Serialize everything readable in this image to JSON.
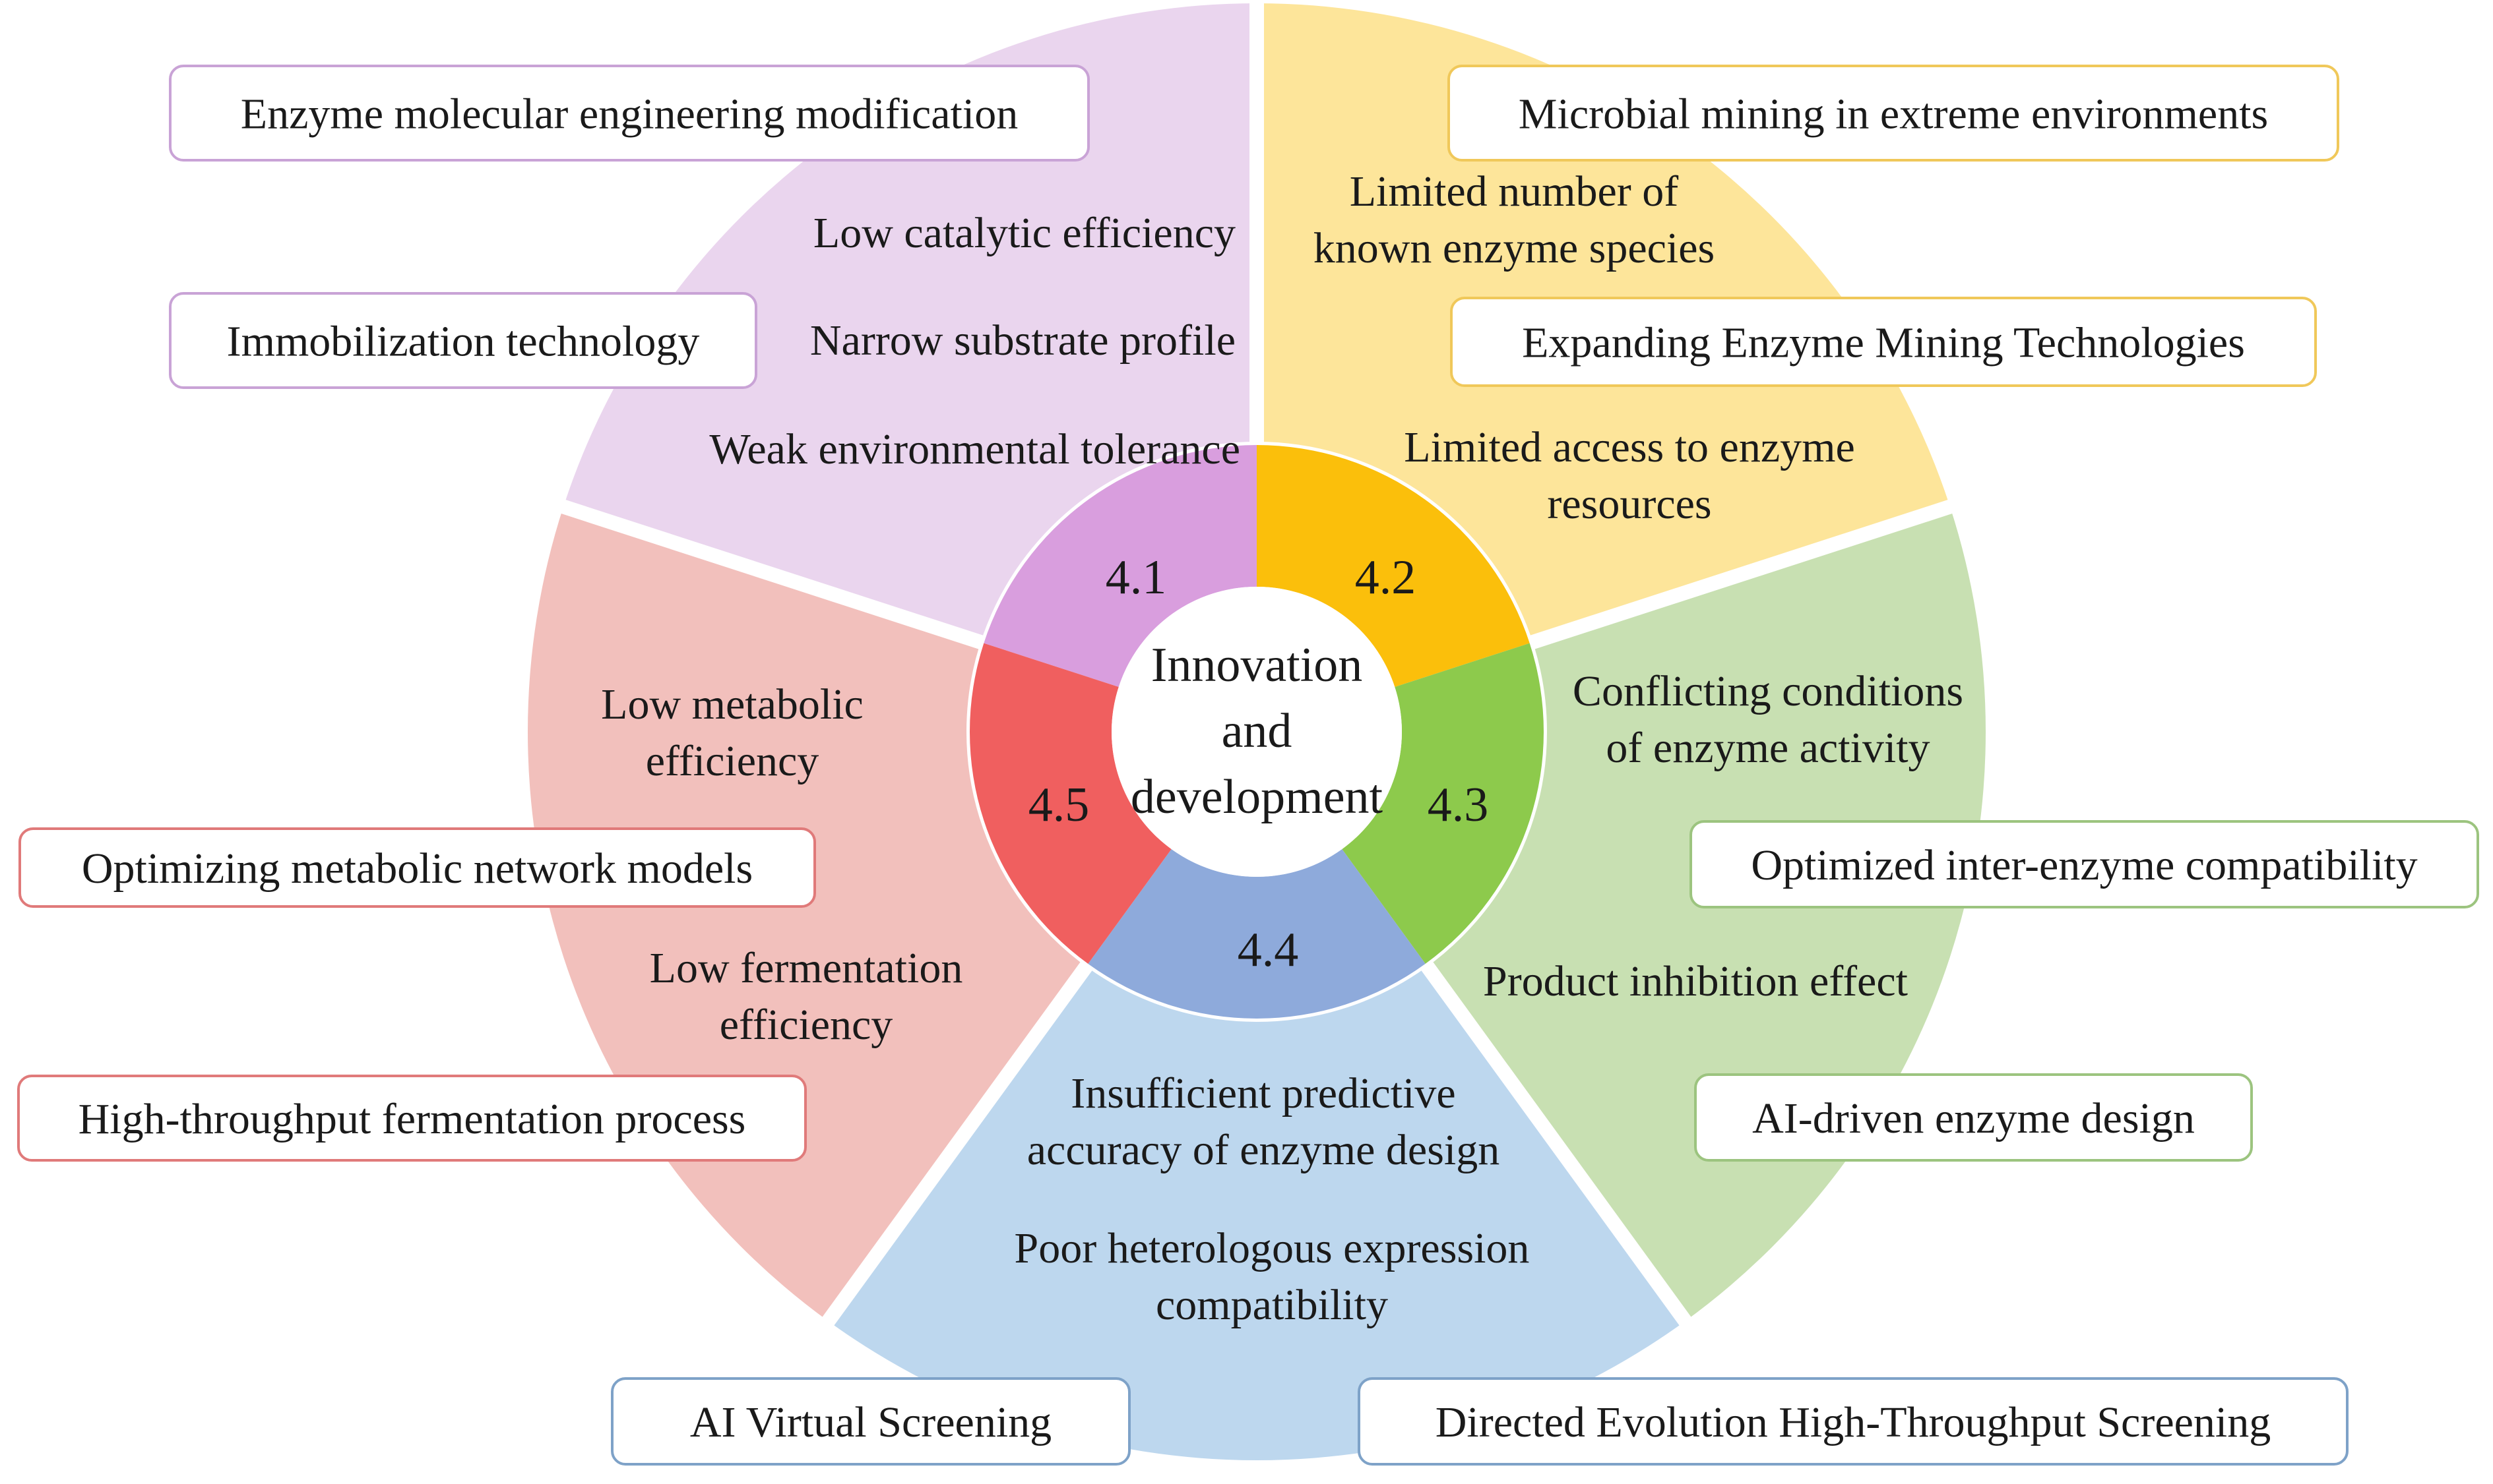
{
  "center": {
    "lines": [
      "Innovation",
      "and",
      "development"
    ]
  },
  "sectors": [
    {
      "id": "4.1",
      "number": "4.1",
      "colors": {
        "outer": "#ead5ee",
        "inner": "#d99ede"
      },
      "challenges": [
        [
          "Low catalytic efficiency"
        ],
        [
          "Narrow substrate profile"
        ],
        [
          "Weak environmental tolerance"
        ]
      ],
      "solutions": [
        "Enzyme molecular engineering modification",
        "Immobilization technology"
      ],
      "box_border": "#c9a3d6"
    },
    {
      "id": "4.2",
      "number": "4.2",
      "colors": {
        "outer": "#fde59a",
        "inner": "#fbbf0b"
      },
      "challenges": [
        [
          "Limited number of",
          "known enzyme species"
        ],
        [
          "Limited access to enzyme",
          "resources"
        ]
      ],
      "solutions": [
        "Microbial mining in extreme environments",
        "Expanding Enzyme Mining Technologies"
      ],
      "box_border": "#f0c85a"
    },
    {
      "id": "4.3",
      "number": "4.3",
      "colors": {
        "outer": "#c8e0b2",
        "inner": "#8dca4c"
      },
      "challenges": [
        [
          "Conflicting conditions",
          "of enzyme activity"
        ],
        [
          "Product inhibition effect"
        ]
      ],
      "solutions": [
        "Optimized inter-enzyme compatibility",
        "AI-driven enzyme design"
      ],
      "box_border": "#9cc47f"
    },
    {
      "id": "4.4",
      "number": "4.4",
      "colors": {
        "outer": "#bdd7ee",
        "inner": "#8eaadb"
      },
      "challenges": [
        [
          "Insufficient predictive",
          "accuracy of enzyme design"
        ],
        [
          "Poor heterologous expression",
          "compatibility"
        ]
      ],
      "solutions": [
        "AI Virtual Screening",
        "Directed Evolution High-Throughput Screening"
      ],
      "box_border": "#7ea2c8"
    },
    {
      "id": "4.5",
      "number": "4.5",
      "colors": {
        "outer": "#f2c0bc",
        "inner": "#f05f5f"
      },
      "challenges": [
        [
          "Low metabolic",
          "efficiency"
        ],
        [
          "Low fermentation",
          "efficiency"
        ]
      ],
      "solutions": [
        "Optimizing metabolic network models",
        "High-throughput fermentation process"
      ],
      "box_border": "#e07a7a"
    }
  ]
}
